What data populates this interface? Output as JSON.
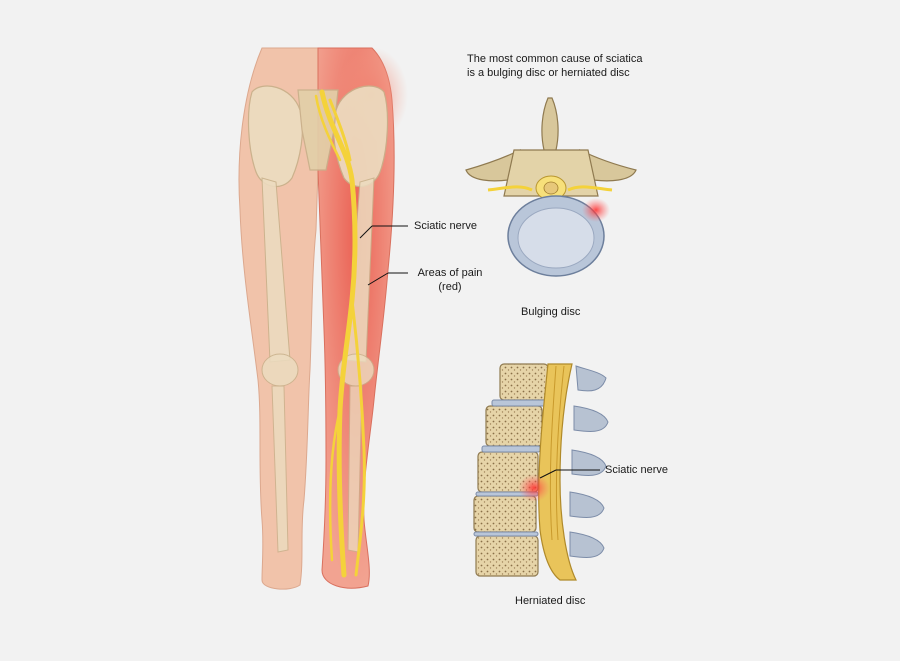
{
  "heading": {
    "line1": "The most common cause of sciatica",
    "line2": "is a bulging disc or herniated disc"
  },
  "legs_labels": {
    "sciatic_nerve": "Sciatic nerve",
    "areas_of_pain_line1": "Areas of pain",
    "areas_of_pain_line2": "(red)"
  },
  "bulging_disc": {
    "caption": "Bulging disc"
  },
  "herniated_disc": {
    "caption": "Herniated disc",
    "sciatic_nerve_label": "Sciatic nerve"
  },
  "colors": {
    "background": "#f2f2f2",
    "skin": "#f1c3aa",
    "pain_red": "#ec6b5c",
    "nerve_yellow": "#f4d23a",
    "bone": "#e9dcb8",
    "disc_blue": "#b9c6d9"
  }
}
